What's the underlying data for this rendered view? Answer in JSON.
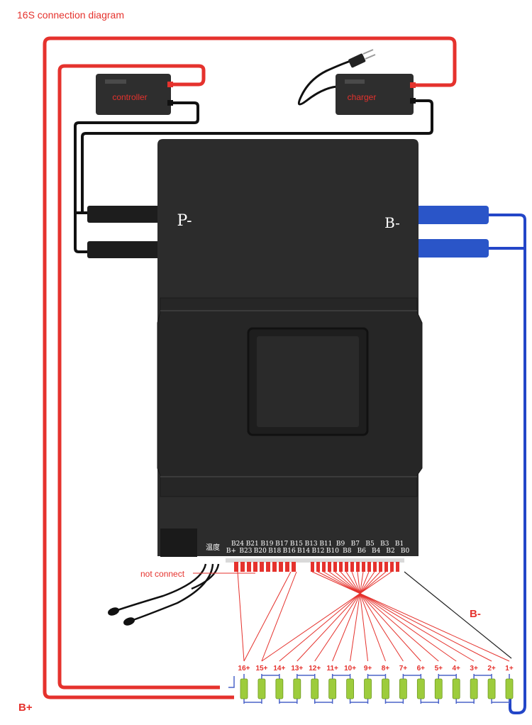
{
  "title": "16S connection diagram",
  "devices": {
    "controller_label": "controller",
    "charger_label": "charger"
  },
  "bms": {
    "p_minus_label": "P-",
    "b_minus_label": "B-",
    "temp_label": "温度",
    "pins_top": [
      "B24",
      "B21",
      "B19",
      "B17",
      "B15",
      "B13",
      "B11",
      "B9",
      "B7",
      "B5",
      "B3",
      "B1"
    ],
    "pins_bottom": [
      "B+",
      "B23",
      "B20",
      "B18",
      "B16",
      "B14",
      "B12",
      "B10",
      "B8",
      "B6",
      "B4",
      "B2",
      "B0"
    ]
  },
  "annotations": {
    "not_connect": "not connect",
    "b_minus": "B-",
    "b_plus": "B+"
  },
  "cells": [
    "16+",
    "15+",
    "14+",
    "13+",
    "12+",
    "11+",
    "10+",
    "9+",
    "8+",
    "7+",
    "6+",
    "5+",
    "4+",
    "3+",
    "2+",
    "1+"
  ],
  "colors": {
    "red_wire": "#e5322d",
    "blue_wire": "#2346c8",
    "black_wire": "#111111",
    "bms_body": "#2b2b2b",
    "cell_green": "#9dcc3c"
  }
}
